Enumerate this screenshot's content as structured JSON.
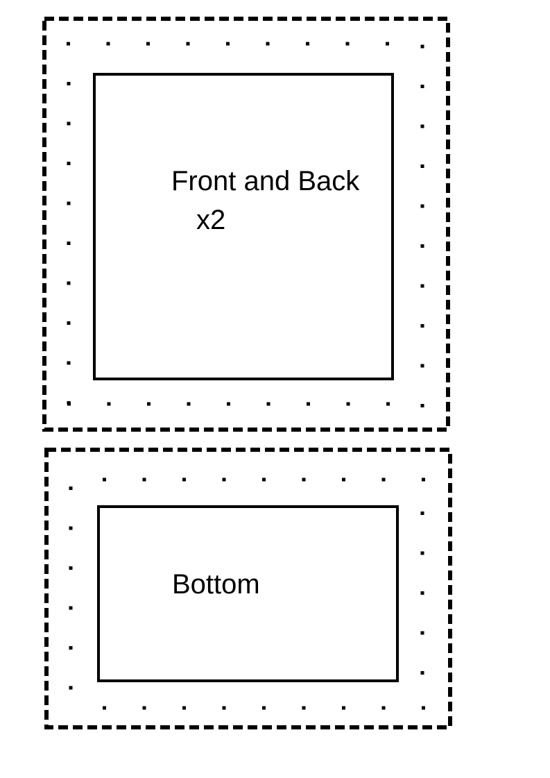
{
  "diagram": {
    "front_back": {
      "label": "Front and Back",
      "quantity": "x2"
    },
    "bottom": {
      "label": "Bottom"
    }
  },
  "colors": {
    "ink": "#000000",
    "background": "#ffffff"
  }
}
